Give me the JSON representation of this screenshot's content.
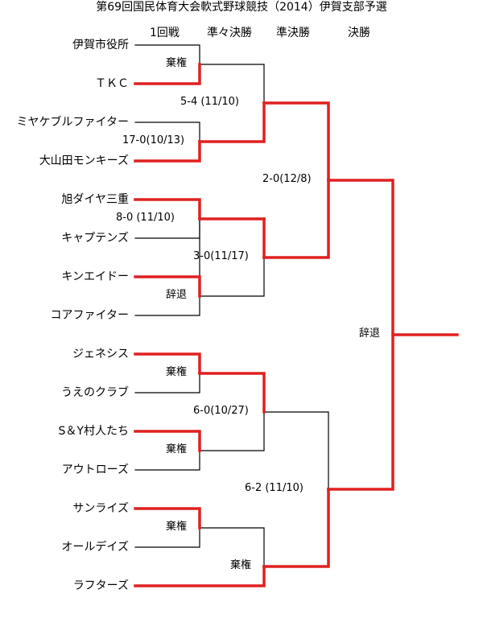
{
  "title": "第69回国民体育大会軟式野球競技（2014）伊賀支部予選",
  "rounds": [
    "1回戦",
    "準々決勝",
    "準決勝",
    "決勝"
  ],
  "teams": [
    "伊賀市役所",
    "ＴＫＣ",
    "ミヤケブルファイター",
    "大山田モンキーズ",
    "旭ダイヤ三重",
    "キャプテンズ",
    "キンエイドー",
    "コアファイター",
    "ジェネシス",
    "うえのクラブ",
    "S＆Y村人たち",
    "アウトローズ",
    "サンライズ",
    "オールデイズ",
    "ラフターズ"
  ],
  "results": {
    "r1": [
      "棄権",
      "17-0(10/13)",
      "8-0 (11/10)",
      "辞退",
      "棄権",
      "棄権",
      "棄権"
    ],
    "qf": [
      "5-4 (11/10)",
      "3-0(11/17)",
      "6-0(10/27)",
      "棄権"
    ],
    "sf": [
      "2-0(12/8)",
      "6-2 (11/10)"
    ],
    "final": "辞退"
  },
  "colors": {
    "winner": "#e02020",
    "loser": "#000000"
  }
}
